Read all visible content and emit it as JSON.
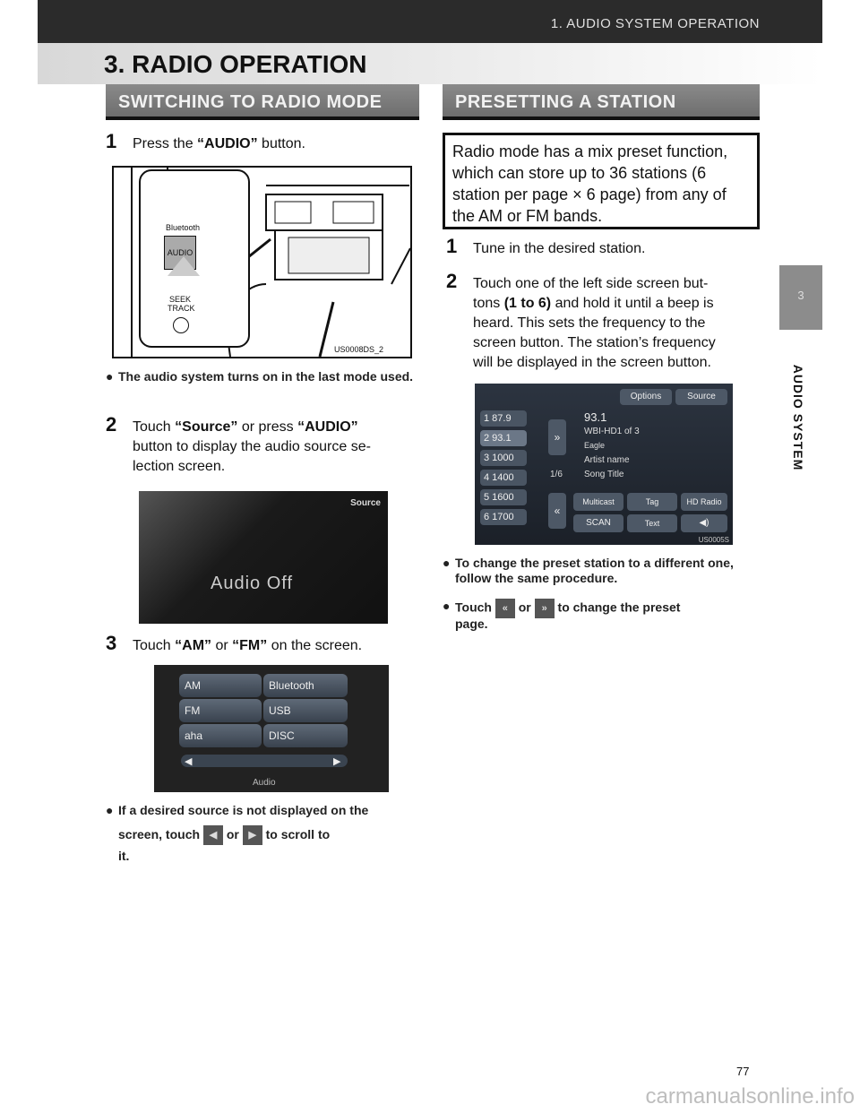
{
  "header": {
    "section_title": "1. AUDIO SYSTEM OPERATION",
    "chapter_title": "3. RADIO OPERATION"
  },
  "left": {
    "banner": "SWITCHING TO RADIO MODE",
    "step1": {
      "num": "1",
      "text_pre": "Press the ",
      "text_bold": "“AUDIO”",
      "text_post": " button."
    },
    "fig1": {
      "bluetooth": "Bluetooth",
      "audio": "AUDIO",
      "seek": "SEEK",
      "track": "TRACK",
      "code": "US0008DS_2"
    },
    "bullet1": "The audio system turns on in the last mode used.",
    "step2": {
      "num": "2",
      "line1_pre": "Touch ",
      "line1_bold1": "“Source”",
      "line1_mid": " or press ",
      "line1_bold2": "“AUDIO”",
      "line2": "button to display the audio source se-",
      "line3": "lection screen."
    },
    "fig2": {
      "source": "Source",
      "audio_off": "Audio Off"
    },
    "step3": {
      "num": "3",
      "text_pre": "Touch ",
      "bold1": "“AM”",
      "mid": " or ",
      "bold2": "“FM”",
      "post": " on the screen."
    },
    "fig3": {
      "am": "AM",
      "bluetooth": "Bluetooth",
      "fm": "FM",
      "usb": "USB",
      "aha": "aha",
      "disc": "DISC",
      "audio": "Audio"
    },
    "bullet2": {
      "line1": "If a desired source is not displayed on the",
      "pre": "screen, touch",
      "or": "or",
      "post": "to scroll to",
      "line3": "it."
    }
  },
  "right": {
    "banner": "PRESETTING A STATION",
    "box": [
      "Radio mode has a mix preset function,",
      "which can store up to 36 stations (6",
      "station per page × 6 page) from any of",
      "the AM or FM bands."
    ],
    "step1": {
      "num": "1",
      "text": "Tune in the desired station."
    },
    "step2": {
      "num": "2",
      "line1": "Touch one of the left side screen but-",
      "line2_pre": "tons ",
      "line2_bold": "(1 to 6)",
      "line2_post": " and hold it until a beep is",
      "line3": "heard. This sets the frequency to the",
      "line4": "screen button. The station’s frequency",
      "line5": "will be displayed in the screen button."
    },
    "fig4": {
      "options": "Options",
      "source": "Source",
      "presets": [
        "1  87.9",
        "2  93.1",
        "3  1000",
        "4  1400",
        "5  1600",
        "6  1700"
      ],
      "freq": "93.1",
      "hd": "WBI-HD1 of 3",
      "genre": "Eagle",
      "artist": "Artist name",
      "song": "Song Title",
      "page": "1/6",
      "multicast": "Multicast",
      "tag": "Tag",
      "hdradio": "HD Radio",
      "scan": "SCAN",
      "text": "Text",
      "code": "US0005S"
    },
    "bullet1": "To change the preset station to a different one, follow the same procedure.",
    "bullet2": {
      "pre": "Touch",
      "or": "or",
      "post": "to change the preset",
      "line2": "page."
    }
  },
  "side": {
    "tab": "3",
    "vertical": "AUDIO SYSTEM"
  },
  "page_number": "77",
  "watermark": "carmanualsonline.info"
}
